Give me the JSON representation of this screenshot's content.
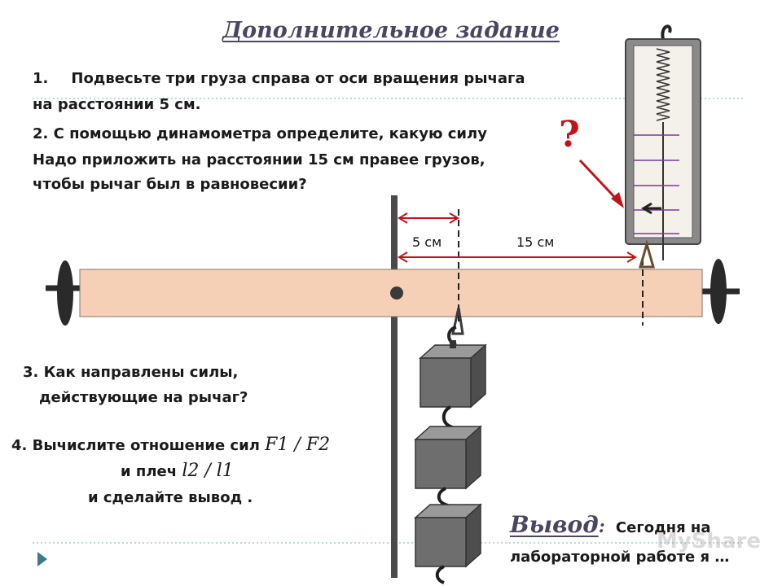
{
  "title": "Дополнительное задание",
  "task1": {
    "number": "1.",
    "line1": "Подвесьте три груза справа от оси вращения рычага",
    "line2": "на расстоянии 5 см."
  },
  "task2": {
    "line1": "2. С помощью динамометра определите, какую силу",
    "line2": "Надо приложить на расстоянии 15 см правее грузов,",
    "line3": "чтобы рычаг был в равновесии?"
  },
  "dimensions": {
    "d1": "5 см",
    "d2": "15 см"
  },
  "question_mark": "?",
  "task3": {
    "line1": "3. Как направлены силы,",
    "line2": "действующие  на рычаг?"
  },
  "task4": {
    "prefix": "4. Вычислите отношение сил ",
    "force_ratio": "F1 / F2",
    "shoulders_prefix": "и плеч ",
    "shoulder_ratio": "l2 / l1",
    "line3": "и сделайте вывод ."
  },
  "conclusion": {
    "label": "Вывод",
    "colon": ":",
    "text1": "Сегодня на",
    "text2": "лабораторной работе я …"
  },
  "watermark": "MyShare",
  "colors": {
    "lever": "#f6d0b6",
    "weight": "#6e6e6e",
    "accent": "#c0141c",
    "title": "#4a4560",
    "guide": "#7ab3b3"
  }
}
